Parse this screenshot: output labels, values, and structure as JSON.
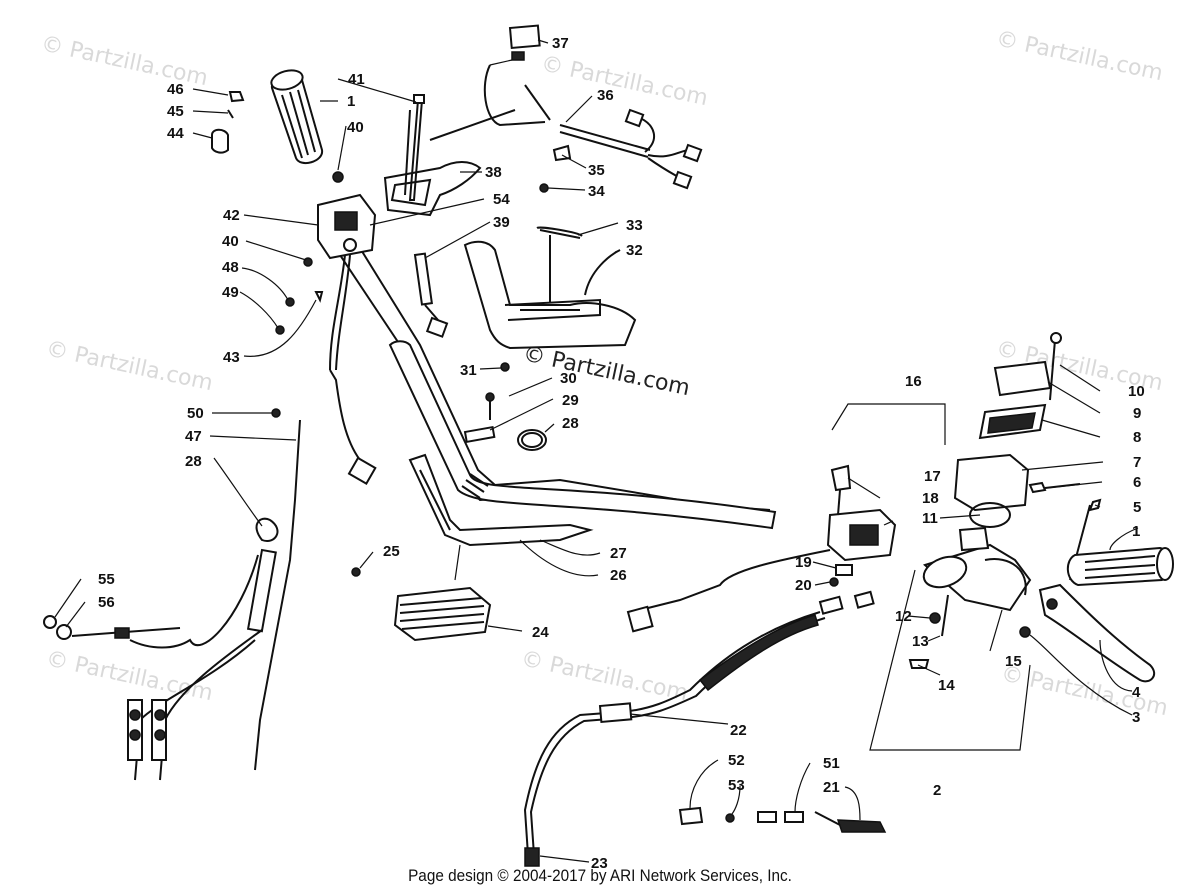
{
  "watermarks": {
    "corner_text": "© Partzilla.com",
    "center_text": "© Partzilla.com"
  },
  "footer": "Page design © 2004-2017 by ARI Network Services, Inc.",
  "callouts": [
    "1",
    "2",
    "3",
    "4",
    "5",
    "6",
    "7",
    "8",
    "9",
    "10",
    "11",
    "12",
    "13",
    "14",
    "15",
    "16",
    "17",
    "18",
    "19",
    "20",
    "21",
    "22",
    "23",
    "24",
    "25",
    "26",
    "27",
    "28",
    "29",
    "30",
    "31",
    "32",
    "33",
    "34",
    "35",
    "36",
    "37",
    "38",
    "39",
    "40",
    "41",
    "42",
    "43",
    "44",
    "45",
    "46",
    "47",
    "48",
    "49",
    "50",
    "51",
    "52",
    "53",
    "54",
    "55",
    "56"
  ],
  "colors": {
    "ink": "#111111",
    "watermark": "#d9d9d9",
    "background": "#ffffff"
  }
}
